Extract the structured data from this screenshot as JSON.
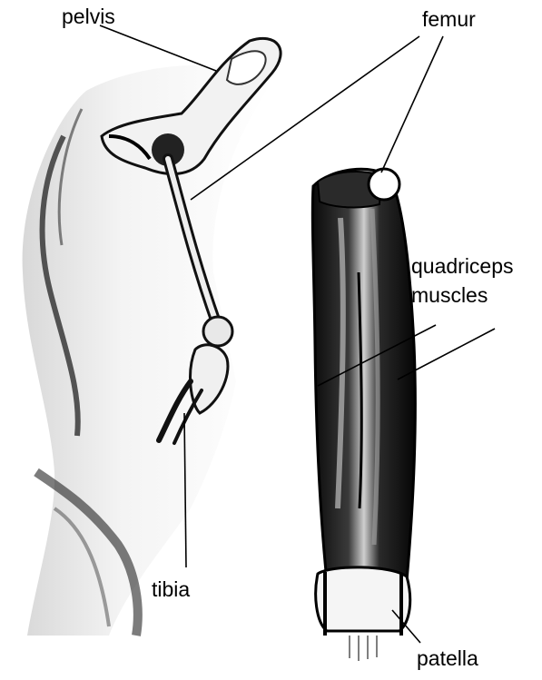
{
  "labels": {
    "pelvis": "pelvis",
    "femur": "femur",
    "quadriceps_line1": "quadriceps",
    "quadriceps_line2": "muscles",
    "tibia": "tibia",
    "patella": "patella"
  }
}
